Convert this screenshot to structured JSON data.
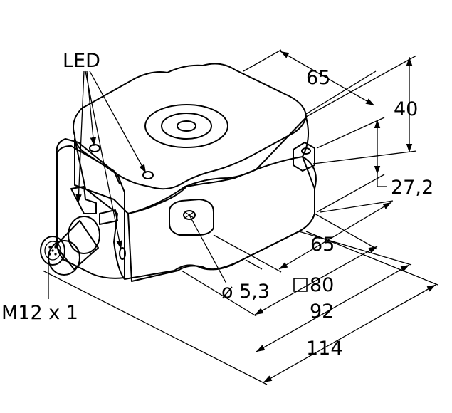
{
  "labels": {
    "led": "LED",
    "connector": "M12 x 1",
    "hole_diameter": "ø 5,3",
    "depth_top": "65",
    "height_total": "40",
    "height_lower": "27,2",
    "width_mid": "65",
    "width_square": "80",
    "width_92": "92",
    "length_total": "114"
  },
  "colors": {
    "housing_face": "#FFCE00",
    "housing_shadow": "#E0AE00",
    "connector_metal": "#8A8A8A",
    "line": "#000000"
  }
}
